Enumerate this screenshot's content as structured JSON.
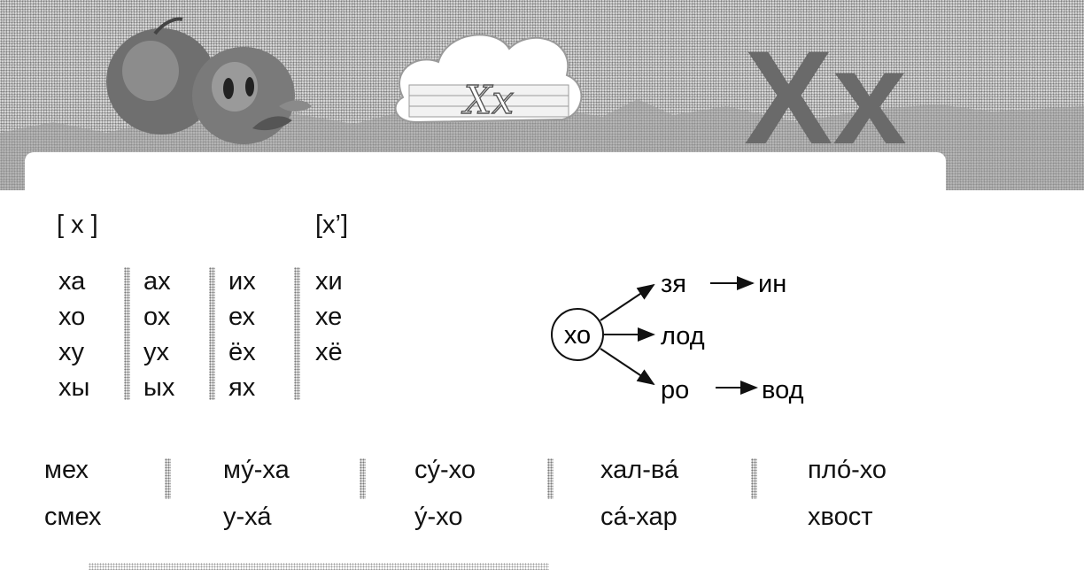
{
  "header": {
    "cloud_letters": "Xx",
    "big_letters": "Xx"
  },
  "phonemes": {
    "hard": "[ х ]",
    "soft": "[х’]"
  },
  "syllable_columns": [
    [
      "ха",
      "хо",
      "ху",
      "хы"
    ],
    [
      "ах",
      "ох",
      "ух",
      "ых"
    ],
    [
      "их",
      "ех",
      "ёх",
      "ях"
    ],
    [
      "хи",
      "хе",
      "хё"
    ]
  ],
  "word_scheme": {
    "center": "хо",
    "branches": [
      {
        "syllable": "зя",
        "next": "ин"
      },
      {
        "syllable": "лод",
        "next": ""
      },
      {
        "syllable": "ро",
        "next": "вод"
      }
    ]
  },
  "word_columns": [
    [
      "мех",
      "смех"
    ],
    [
      "му́-ха",
      "у-ха́"
    ],
    [
      "су́-хо",
      "у́-хо"
    ],
    [
      "хал-ва́",
      "са́-хар"
    ],
    [
      "пло́-хо",
      "хвост"
    ]
  ]
}
